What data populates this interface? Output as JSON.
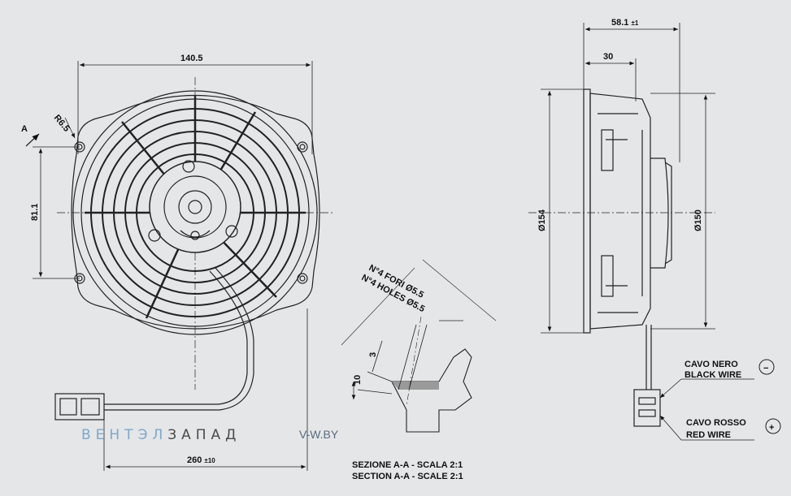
{
  "front_view": {
    "dim_width": "140.5",
    "dim_height": "81.1",
    "dim_radius": "R6.5",
    "section_marker": "A",
    "cable_length": "260",
    "cable_length_tol": "±10"
  },
  "side_view": {
    "dim_depth": "58.1",
    "dim_depth_tol": "±1",
    "dim_depth_partial": "30",
    "dia_outer": "Ø154",
    "dia_inner": "Ø150"
  },
  "section": {
    "holes_it": "N°4 FORI Ø5.5",
    "holes_en": "N°4 HOLES Ø5.5",
    "dim_3": "3",
    "dim_10": "10",
    "caption_it": "SEZIONE A-A - SCALA 2:1",
    "caption_en": "SECTION A-A - SCALE 2:1"
  },
  "wires": {
    "black_it": "CAVO NERO",
    "black_en": "BLACK WIRE",
    "black_symbol": "−",
    "red_it": "CAVO ROSSO",
    "red_en": "RED WIRE",
    "red_symbol": "+"
  },
  "watermark": {
    "brand_part1": "ВЕНТЭЛ",
    "brand_part2": "ЗАПАД",
    "site": "V-W.BY",
    "color_part1": "#7fa7c9",
    "color_part2": "#4a4a4a"
  }
}
